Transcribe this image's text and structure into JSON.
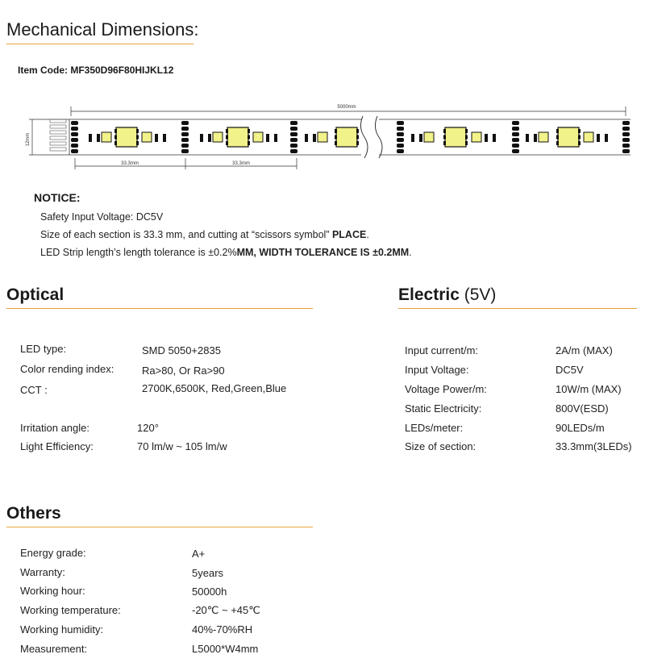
{
  "mechanical": {
    "title": "Mechanical Dimensions:",
    "item_code": "Item Code: MF350D96F80HIJKL12",
    "length_label": "5000mm",
    "width_label": "12mm",
    "section_label_1": "33.3mm",
    "section_label_2": "33.3mm"
  },
  "notice": {
    "title": "NOTICE:",
    "line1": "Safety Input Voltage: DC5V",
    "line2_a": "Size of each section is 33.3 mm, and cutting at “scissors symbol” ",
    "line2_b": "PLACE",
    "line2_c": ".",
    "line3_a": "LED Strip length’s length tolerance is ±0.2%",
    "line3_b": "MM, WIDTH TOLERANCE IS ±0.2MM",
    "line3_c": "."
  },
  "optical": {
    "title": "Optical",
    "rows": [
      {
        "label": "LED  type:",
        "value": "SMD 5050+2835"
      },
      {
        "label": "Color rending index:",
        "value": "Ra>80, Or Ra>90"
      },
      {
        "label": "CCT :",
        "value": "2700K,6500K, Red,Green,Blue"
      },
      {
        "label": "Irritation angle:",
        "value": "120°"
      },
      {
        "label": "Light Efficiency:",
        "value": "70 lm/w  ~ 105 lm/w"
      }
    ]
  },
  "electric": {
    "title": "Electric",
    "title_suffix": " (5V)",
    "rows": [
      {
        "label": "Input current/m:",
        "value": "2A/m (MAX)"
      },
      {
        "label": "Input Voltage:",
        "value": "DC5V"
      },
      {
        "label": "Voltage Power/m:",
        "value": "10W/m (MAX)"
      },
      {
        "label": "Static Electricity:",
        "value": "800V(ESD)"
      },
      {
        "label": "LEDs/meter:",
        "value": "90LEDs/m"
      },
      {
        "label": "Size of section:",
        "value": "33.3mm(3LEDs)"
      }
    ]
  },
  "others": {
    "title": "Others",
    "rows": [
      {
        "label": "Energy grade:",
        "value": "A+"
      },
      {
        "label": "Warranty:",
        "value": "5years"
      },
      {
        "label": "Working hour:",
        "value": "50000h"
      },
      {
        "label": "Working temperature:",
        "value": "-20℃ ~ +45℃"
      },
      {
        "label": "Working humidity:",
        "value": "40%-70%RH"
      },
      {
        "label": "Measurement:",
        "value": "L5000*W4mm"
      }
    ]
  },
  "colors": {
    "accent": "#e8a33c",
    "led": "#f2f28a"
  }
}
